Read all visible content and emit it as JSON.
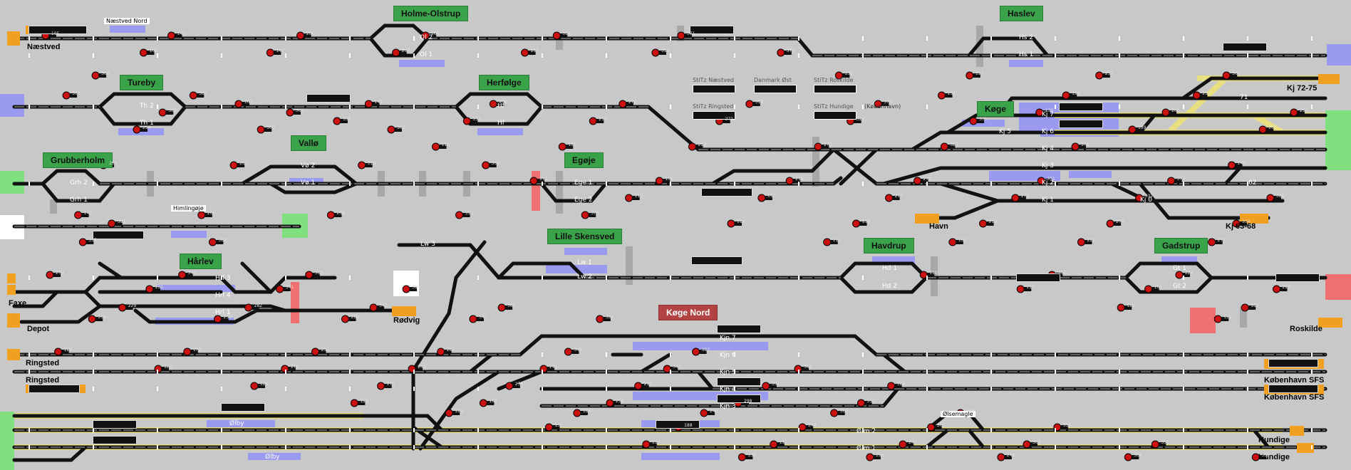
{
  "stations": [
    {
      "id": "holme-olstrup",
      "name": "Holme-Olstrup",
      "color": "green"
    },
    {
      "id": "haslev",
      "name": "Haslev",
      "color": "green"
    },
    {
      "id": "tureby",
      "name": "Tureby",
      "color": "green"
    },
    {
      "id": "herfolge",
      "name": "Herfølge",
      "color": "green"
    },
    {
      "id": "koge",
      "name": "Køge",
      "color": "green"
    },
    {
      "id": "vallo",
      "name": "Vallø",
      "color": "green"
    },
    {
      "id": "grubberholm",
      "name": "Grubberholm",
      "color": "green"
    },
    {
      "id": "egoje",
      "name": "Egøje",
      "color": "green"
    },
    {
      "id": "lille-skensved",
      "name": "Lille Skensved",
      "color": "green"
    },
    {
      "id": "harlev",
      "name": "Hårlev",
      "color": "green"
    },
    {
      "id": "havdrup",
      "name": "Havdrup",
      "color": "green"
    },
    {
      "id": "gadstrup",
      "name": "Gadstrup",
      "color": "green"
    },
    {
      "id": "koge-nord",
      "name": "Køge Nord",
      "color": "red"
    }
  ],
  "endpoints": {
    "naestved": "Næstved",
    "faxe": "Faxe",
    "depot": "Depot",
    "rodvig": "Rødvig",
    "ringsted1": "Ringsted",
    "ringsted2": "Ringsted",
    "havn": "Havn",
    "kj6368": "Kj 63-68",
    "kj7275": "Kj 72-75",
    "roskilde": "Roskilde",
    "kbh_sfs1": "København SFS",
    "kbh_sfs2": "København SFS",
    "hundige1": "Hundige",
    "hundige2": "Hundige"
  },
  "notes": {
    "naestved_nord": "Næstved Nord",
    "himlingoje": "Himlingøje",
    "olsemagle": "Ølsemagle",
    "olby_top": "Ølby",
    "olby_bottom": "Ølby",
    "kobenhavn": "(København)"
  },
  "stitz": [
    {
      "id": "stitz-naestved",
      "label": "StiTz Næstved"
    },
    {
      "id": "danmark-ost",
      "label": "Danmark Øst"
    },
    {
      "id": "stitz-roskilde",
      "label": "StiTz Roskilde"
    },
    {
      "id": "stitz-ringsted",
      "label": "StiTz Ringsted"
    },
    {
      "id": "stitz-hundige",
      "label": "StiTz Hundige"
    }
  ],
  "tracks": {
    "ol2": "Ol 2",
    "ol1": "Ol 1",
    "hs2": "Hs 2",
    "hs1": "Hs 1",
    "th2": "Th 2",
    "th1": "Th 1",
    "hf_top": "Hf",
    "hf_bot": "Hf",
    "kj7": "Kj 7",
    "kj6": "Kj 6",
    "kj5": "Kj 5",
    "kj4": "Kj 4",
    "kj3": "Kj 3",
    "kj2": "Kj 2",
    "kj1": "Kj 1",
    "kj0": "Kj 0",
    "vo2": "Vø 2",
    "vo1": "Vø 1",
    "grh2": "Grh 2",
    "grh1": "Grh 1",
    "ege1": "Ege 1",
    "ege2": "Ege 2",
    "lw3": "Lw 3",
    "lw1": "Lw 1",
    "lw2": "Lw 2",
    "hrl3": "Hrl 3",
    "hrl4": "Hrl 4",
    "hrl1": "Hrl 1",
    "hd1": "Hd 1",
    "hd2": "Hd 2",
    "gt1": "Gt 1",
    "gt2": "Gt 2",
    "kjn7": "Kjn 7",
    "kjn6": "Kjn 6",
    "kjn5": "Kjn 5",
    "kjn4": "Kjn 4",
    "kjn3": "Kjn 3",
    "olm2": "Ølm 2",
    "olm1": "Ølm 1",
    "t71": "71",
    "t62": "62"
  },
  "signals": [
    {
      "n": "105"
    },
    {
      "n": "106"
    },
    {
      "n": "107"
    },
    {
      "n": "108"
    },
    {
      "n": "110"
    },
    {
      "n": "111"
    },
    {
      "n": "112"
    },
    {
      "n": "113"
    },
    {
      "n": "114"
    },
    {
      "n": "115"
    },
    {
      "n": "117"
    },
    {
      "n": "120"
    },
    {
      "n": "121"
    },
    {
      "n": "123"
    },
    {
      "n": "124"
    },
    {
      "n": "126"
    },
    {
      "n": "128"
    },
    {
      "n": "129"
    },
    {
      "n": "131"
    },
    {
      "n": "132"
    },
    {
      "n": "134"
    },
    {
      "n": "135"
    },
    {
      "n": "137"
    },
    {
      "n": "138"
    },
    {
      "n": "139"
    },
    {
      "n": "140"
    },
    {
      "n": "142"
    },
    {
      "n": "143"
    },
    {
      "n": "147"
    },
    {
      "n": "149"
    },
    {
      "n": "152"
    },
    {
      "n": "155"
    },
    {
      "n": "156"
    },
    {
      "n": "157"
    },
    {
      "n": "158"
    },
    {
      "n": "160"
    },
    {
      "n": "161"
    },
    {
      "n": "164"
    },
    {
      "n": "165"
    },
    {
      "n": "169"
    },
    {
      "n": "172"
    },
    {
      "n": "174"
    },
    {
      "n": "175"
    },
    {
      "n": "184"
    },
    {
      "n": "186"
    },
    {
      "n": "188"
    },
    {
      "n": "192"
    },
    {
      "n": "196"
    },
    {
      "n": "197"
    },
    {
      "n": "198"
    },
    {
      "n": "200"
    },
    {
      "n": "201"
    },
    {
      "n": "203"
    },
    {
      "n": "205"
    },
    {
      "n": "206"
    },
    {
      "n": "207"
    },
    {
      "n": "208"
    },
    {
      "n": "210"
    },
    {
      "n": "213"
    },
    {
      "n": "215"
    },
    {
      "n": "217"
    },
    {
      "n": "219"
    },
    {
      "n": "222"
    },
    {
      "n": "224"
    },
    {
      "n": "225"
    },
    {
      "n": "229"
    },
    {
      "n": "230"
    },
    {
      "n": "232"
    },
    {
      "n": "233"
    },
    {
      "n": "236"
    },
    {
      "n": "238"
    },
    {
      "n": "240"
    },
    {
      "n": "244"
    },
    {
      "n": "247"
    },
    {
      "n": "248"
    },
    {
      "n": "251"
    },
    {
      "n": "252"
    },
    {
      "n": "253"
    },
    {
      "n": "254"
    },
    {
      "n": "263"
    },
    {
      "n": "264"
    },
    {
      "n": "266"
    },
    {
      "n": "267"
    },
    {
      "n": "270"
    },
    {
      "n": "271"
    },
    {
      "n": "272"
    },
    {
      "n": "273"
    },
    {
      "n": "274"
    },
    {
      "n": "276"
    },
    {
      "n": "277"
    },
    {
      "n": "279"
    },
    {
      "n": "280"
    },
    {
      "n": "282"
    },
    {
      "n": "285"
    },
    {
      "n": "287"
    },
    {
      "n": "291"
    },
    {
      "n": "295"
    },
    {
      "n": "298"
    },
    {
      "n": "300"
    },
    {
      "n": "301"
    },
    {
      "n": "303"
    },
    {
      "n": "304"
    },
    {
      "n": "306"
    },
    {
      "n": "307"
    },
    {
      "n": "308"
    },
    {
      "n": "309"
    },
    {
      "n": "310"
    },
    {
      "n": "311"
    },
    {
      "n": "316"
    },
    {
      "n": "317"
    },
    {
      "n": "318"
    },
    {
      "n": "324"
    },
    {
      "n": "327"
    },
    {
      "n": "331"
    },
    {
      "n": "332"
    },
    {
      "n": "334"
    },
    {
      "n": "335"
    },
    {
      "n": "340"
    },
    {
      "n": "341"
    },
    {
      "n": "343"
    },
    {
      "n": "347"
    },
    {
      "n": "348"
    },
    {
      "n": "349"
    },
    {
      "n": "351"
    },
    {
      "n": "352"
    },
    {
      "n": "353"
    },
    {
      "n": "355"
    },
    {
      "n": "356"
    },
    {
      "n": "359"
    },
    {
      "n": "360"
    },
    {
      "n": "361"
    },
    {
      "n": "365"
    },
    {
      "n": "367"
    },
    {
      "n": "368"
    },
    {
      "n": "370"
    },
    {
      "n": "371"
    },
    {
      "n": "372"
    },
    {
      "n": "374"
    },
    {
      "n": "375"
    },
    {
      "n": "376"
    },
    {
      "n": "377"
    },
    {
      "n": "380"
    },
    {
      "n": "381"
    },
    {
      "n": "382"
    },
    {
      "n": "383"
    },
    {
      "n": "384"
    },
    {
      "n": "385"
    },
    {
      "n": "386"
    },
    {
      "n": "387"
    },
    {
      "n": "388"
    },
    {
      "n": "389"
    }
  ],
  "colors": {
    "background": "#c8c8c8",
    "track": "#111111",
    "track_inner": "#9a9a9a",
    "highlight": "#e8e080",
    "station": "#3aa34a",
    "station_red": "#b34242",
    "endpoint": "#f0a020",
    "purple": "#9a9af0",
    "green_zone": "#80e080",
    "red_zone": "#f07070",
    "signal": "#cc1010"
  }
}
